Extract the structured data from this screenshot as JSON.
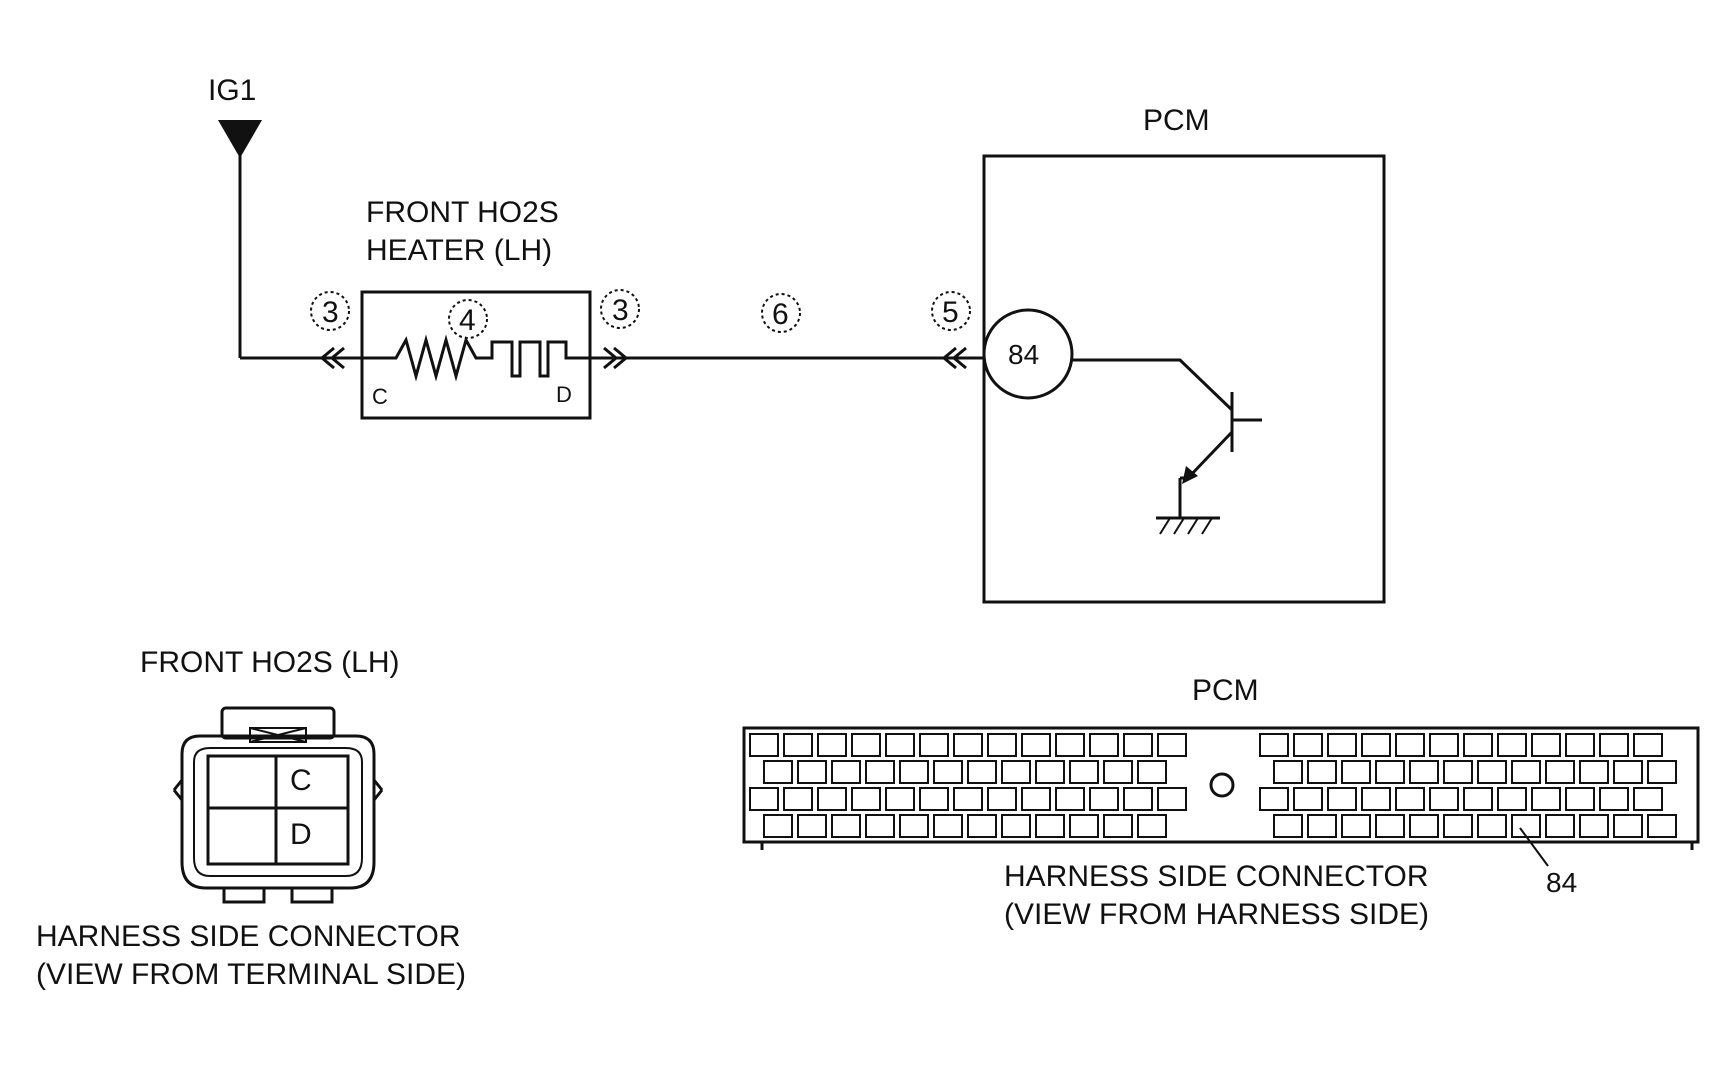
{
  "schematic": {
    "power_label": "IG1",
    "heater_label_line1": "FRONT HO2S",
    "heater_label_line2": "HEATER (LH)",
    "terminal_c": "C",
    "terminal_d": "D",
    "pcm_label": "PCM",
    "pcm_terminal": "84",
    "callouts": {
      "left_connector": "3",
      "heater_element": "4",
      "right_connector": "3",
      "wire": "6",
      "pcm_connector": "5"
    }
  },
  "sensor_connector": {
    "title": "FRONT HO2S (LH)",
    "cell_c": "C",
    "cell_d": "D",
    "caption_line1": "HARNESS SIDE CONNECTOR",
    "caption_line2": "(VIEW FROM TERMINAL SIDE)"
  },
  "pcm_connector": {
    "title": "PCM",
    "pin_callout": "84",
    "caption_line1": "HARNESS SIDE CONNECTOR",
    "caption_line2": "(VIEW FROM HARNESS SIDE)"
  }
}
